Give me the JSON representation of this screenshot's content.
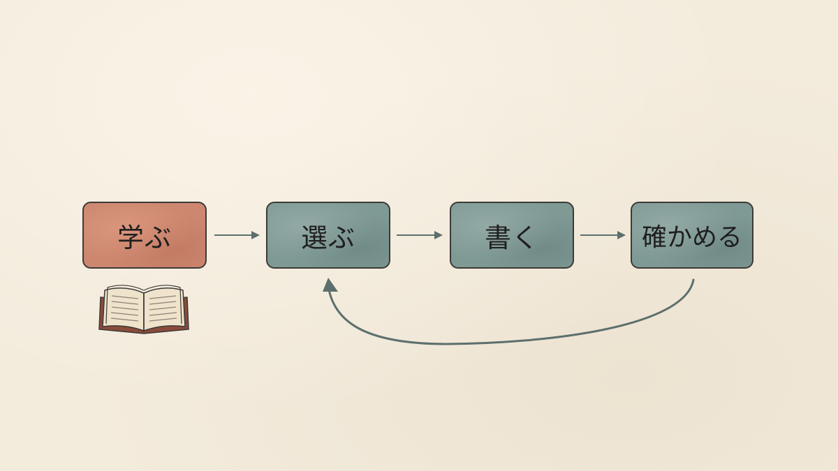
{
  "diagram": {
    "steps": [
      {
        "id": "learn",
        "label": "学ぶ",
        "color": "#cd8770"
      },
      {
        "id": "choose",
        "label": "選ぶ",
        "color": "#7f9995"
      },
      {
        "id": "write",
        "label": "書く",
        "color": "#7f9995"
      },
      {
        "id": "check",
        "label": "確かめる",
        "color": "#7f9995"
      }
    ],
    "icons": [
      "open-book-icon"
    ],
    "arrow_color": "#5c6f6d",
    "loop_from": "check",
    "loop_to": "choose"
  }
}
